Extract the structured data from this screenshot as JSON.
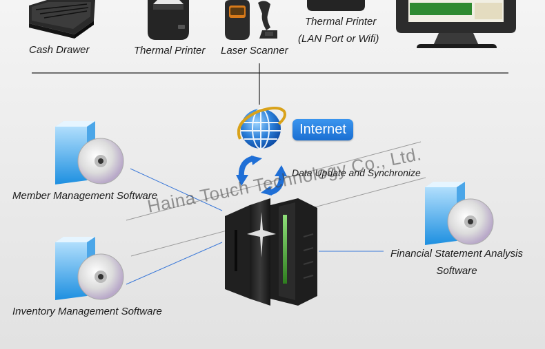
{
  "devices": {
    "cash_drawer": "Cash Drawer",
    "thermal_printer": "Thermal Printer",
    "laser_scanner": "Laser Scanner",
    "network_printer_line1": "Thermal Printer",
    "network_printer_line2": "(LAN Port or Wifi)"
  },
  "network": {
    "internet_label": "Internet",
    "sync_label": "Data Update and Synchronize"
  },
  "software": {
    "member": "Member Management Software",
    "inventory": "Inventory Management Software",
    "financial_line1": "Financial Statement Analysis",
    "financial_line2": "Software"
  },
  "watermark": "Haina Touch Technology Co., Ltd.",
  "icons": [
    "cash-drawer-icon",
    "thermal-printer-icon",
    "laser-scanner-icon",
    "pos-terminal-icon",
    "globe-icon",
    "sync-arrows-icon",
    "software-box-icon",
    "server-icon"
  ]
}
